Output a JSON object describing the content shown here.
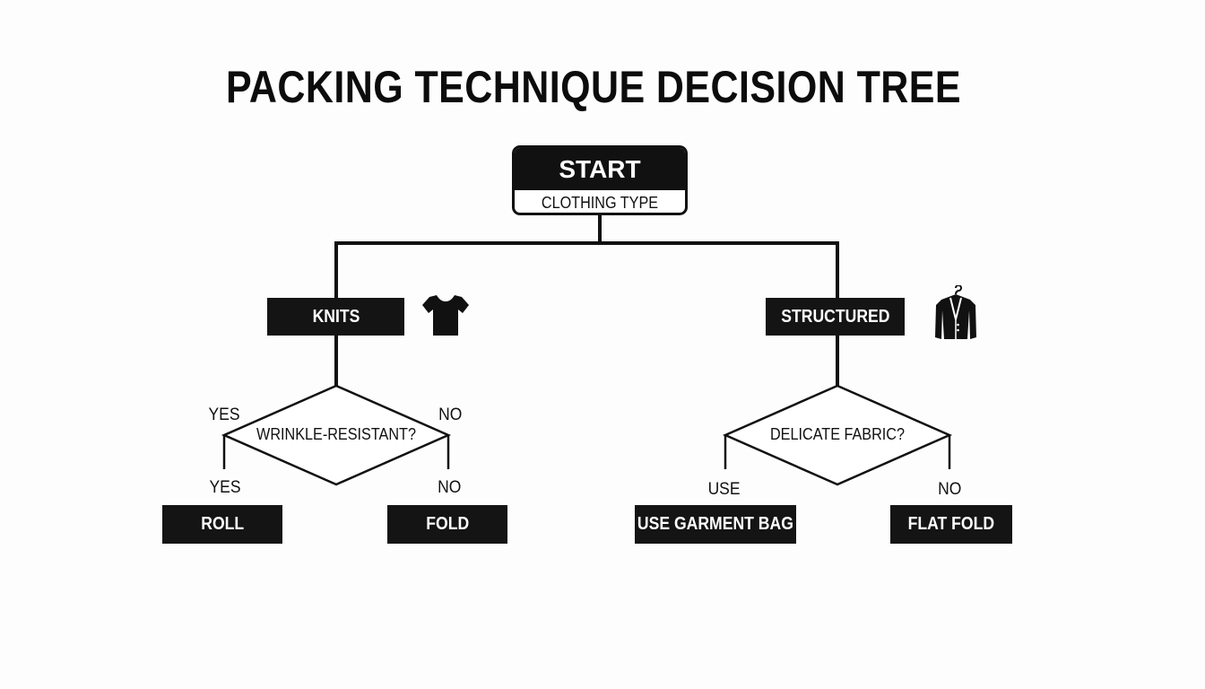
{
  "title": "PACKING TECHNIQUE DECISION TREE",
  "start": {
    "label": "START",
    "sublabel": "CLOTHING TYPE"
  },
  "left": {
    "category": "KNITS",
    "icon": "t-shirt-icon",
    "question": "WRINKLE-RESISTANT?",
    "yes_label_top": "YES",
    "no_label_top": "NO",
    "yes_label": "YES",
    "no_label": "NO",
    "yes_outcome": "ROLL",
    "no_outcome": "FOLD"
  },
  "right": {
    "category": "STRUCTURED",
    "icon": "blazer-on-hanger-icon",
    "question": "DELICATE FABRIC?",
    "yes_label": "USE",
    "no_label": "NO",
    "yes_outcome": "USE GARMENT BAG",
    "no_outcome": "FLAT FOLD"
  },
  "colors": {
    "ink": "#111111",
    "background": "#fdfdfd",
    "text_on_dark": "#ffffff"
  }
}
